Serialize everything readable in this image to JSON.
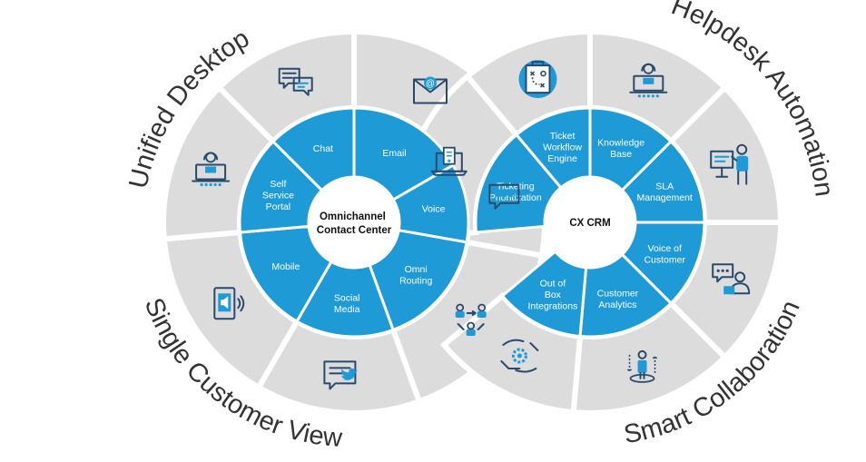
{
  "left_hub": {
    "title": [
      "Omnichannel",
      "Contact Center"
    ],
    "segments": [
      {
        "label": [
          "Email"
        ],
        "icon": "email-envelope-icon"
      },
      {
        "label": [
          "Voice"
        ],
        "icon": "voice-chat-bubble-icon"
      },
      {
        "label": [
          "Omni",
          "Routing"
        ],
        "icon": "routing-network-icon"
      },
      {
        "label": [
          "Social",
          "Media"
        ],
        "icon": "social-twitter-icon"
      },
      {
        "label": [
          "Mobile"
        ],
        "icon": "mobile-tablet-icon"
      },
      {
        "label": [
          "Self",
          "Service",
          "Portal"
        ],
        "icon": "self-service-agent-icon"
      },
      {
        "label": [
          "Chat"
        ],
        "icon": "chat-bubbles-icon"
      }
    ]
  },
  "right_hub": {
    "title": [
      "CX CRM"
    ],
    "segments": [
      {
        "label": [
          "Ticketing",
          "Prioritization"
        ],
        "icon": "ticket-laptop-icon"
      },
      {
        "label": [
          "Ticket",
          "Workflow",
          "Engine"
        ],
        "icon": "workflow-board-icon"
      },
      {
        "label": [
          "Knowledge",
          "Base"
        ],
        "icon": "knowledge-agent-icon"
      },
      {
        "label": [
          "SLA",
          "Management"
        ],
        "icon": "sla-presenter-icon"
      },
      {
        "label": [
          "Voice of",
          "Customer"
        ],
        "icon": "voice-of-customer-icon"
      },
      {
        "label": [
          "Customer",
          "Analytics"
        ],
        "icon": "customer-analytics-icon"
      },
      {
        "label": [
          "Out of",
          "Box",
          "Integrations"
        ],
        "icon": "integration-hands-gear-icon"
      }
    ]
  },
  "headings": {
    "unified_desktop": "Unified Desktop",
    "single_customer_view": "Single Customer View",
    "helpdesk_automation": "Helpdesk Automation",
    "smart_collaboration": "Smart Collaboration"
  },
  "colors": {
    "blue": "#1e9ad6",
    "gray": "#dcdcdc",
    "icon_dark": "#2a4a6c",
    "icon_blue": "#1e9ad6",
    "text": "#333333"
  }
}
